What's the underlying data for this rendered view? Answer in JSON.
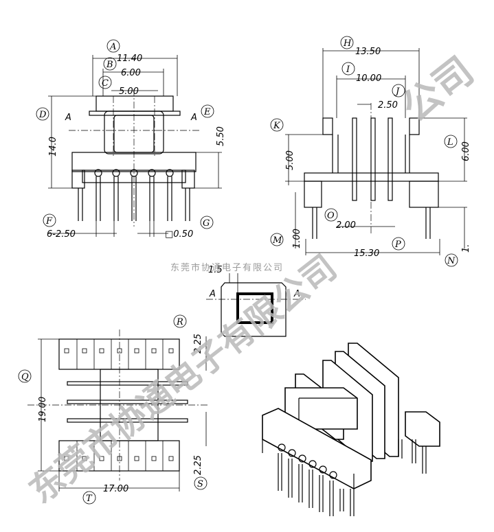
{
  "watermark": {
    "main": "东莞市协通电子有限公司",
    "caption": "东莞市协通电子有限公司",
    "corner": "公司"
  },
  "dimensions": {
    "A": "11.40",
    "B": "6.00",
    "C": "5.00",
    "D": "14.0",
    "E": "5.50",
    "F": "6-2.50",
    "G": "□0.50",
    "H": "13.50",
    "I": "10.00",
    "J": "2.50",
    "K": "5.00",
    "L": "6.00",
    "O": "2.00",
    "P": "15.30",
    "M": "1.00",
    "N": "1.",
    "sq": "1.5",
    "Q": "19.00",
    "R": "2.25",
    "S": "2.25",
    "T": "17.00"
  },
  "markers": {
    "A": "A",
    "B": "B",
    "C": "C",
    "D": "D",
    "E": "E",
    "F": "F",
    "G": "G",
    "H": "H",
    "I": "I",
    "J": "J",
    "K": "K",
    "L": "L",
    "M": "M",
    "N": "N",
    "O": "O",
    "P": "P",
    "Q": "Q",
    "R": "R",
    "S": "S",
    "T": "T"
  },
  "section": {
    "left": "A",
    "right": "A"
  }
}
